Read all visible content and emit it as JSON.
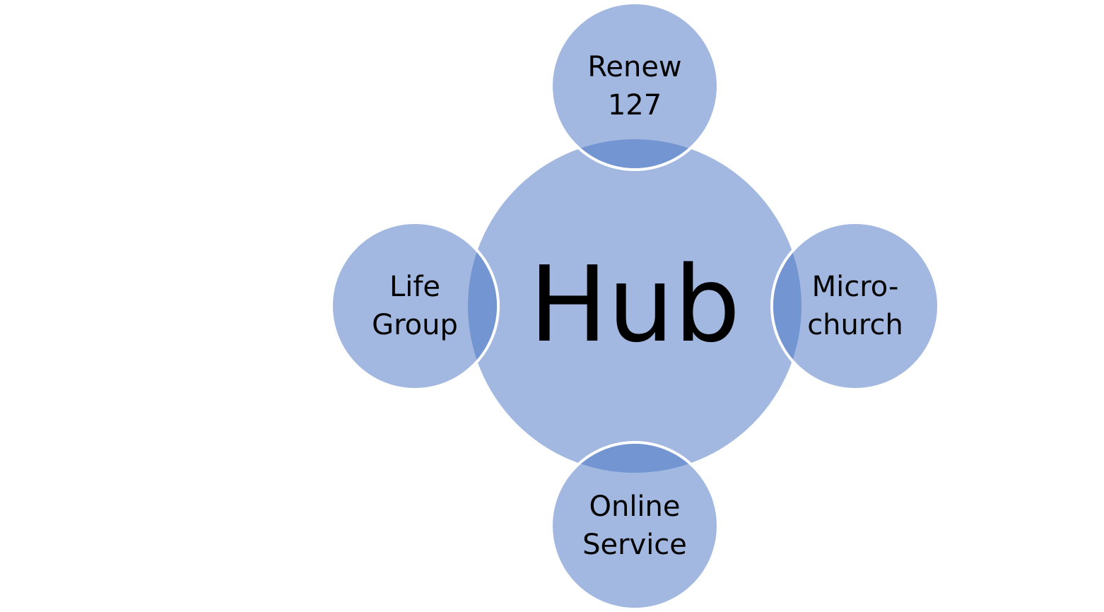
{
  "colors": {
    "fill": "#A2B8E0",
    "overlap": "#7396D2",
    "outline": "#FFFFFF",
    "text": "#000000"
  },
  "hub": {
    "label": "Hub"
  },
  "nodes": [
    {
      "id": "renew",
      "line1": "Renew",
      "line2": "127"
    },
    {
      "id": "microchurch",
      "line1": "Micro-",
      "line2": "church"
    },
    {
      "id": "online",
      "line1": "Online",
      "line2": "Service"
    },
    {
      "id": "lifegroup",
      "line1": "Life",
      "line2": "Group"
    }
  ]
}
